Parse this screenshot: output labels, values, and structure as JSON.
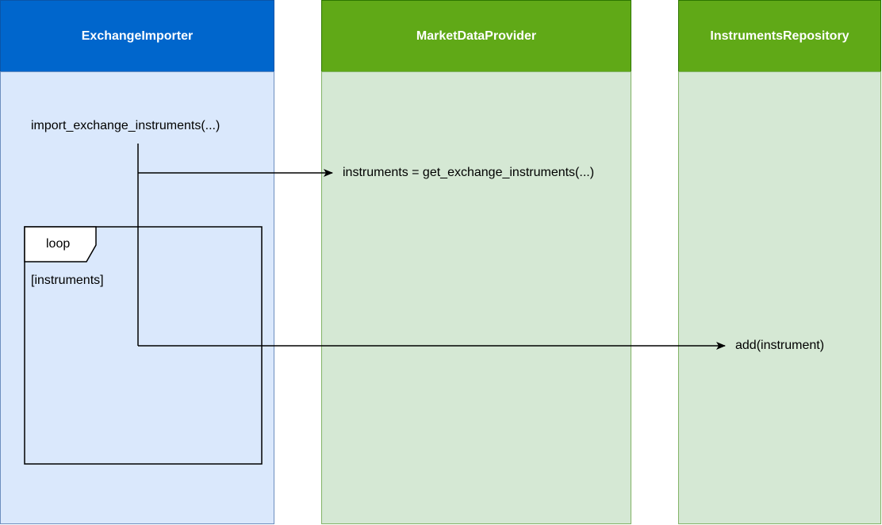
{
  "lanes": [
    {
      "title": "ExchangeImporter",
      "header_color": "#0066cc",
      "body_color": "#dae8fc"
    },
    {
      "title": "MarketDataProvider",
      "header_color": "#60a917",
      "body_color": "#d5e8d4"
    },
    {
      "title": "InstrumentsRepository",
      "header_color": "#60a917",
      "body_color": "#d5e8d4"
    }
  ],
  "messages": {
    "start": "import_exchange_instruments(...)",
    "call_1": "instruments = get_exchange_instruments(...)",
    "call_2": "add(instrument)"
  },
  "loop": {
    "tag": "loop",
    "guard": "[instruments]"
  }
}
